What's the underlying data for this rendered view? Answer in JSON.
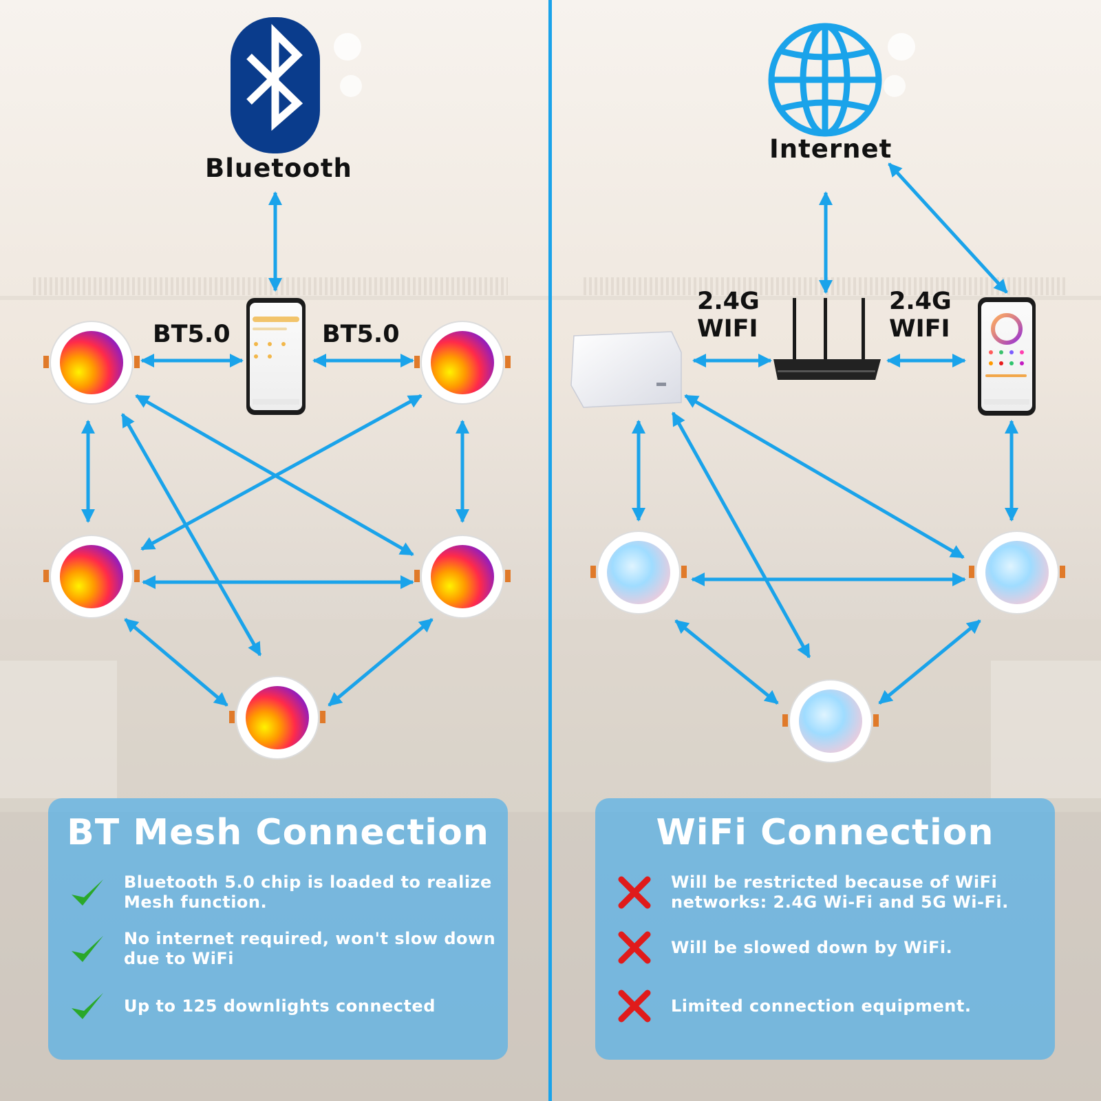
{
  "bluetooth": {
    "title": "Bluetooth",
    "link_label_left": "BT5.0",
    "link_label_right": "BT5.0"
  },
  "internet": {
    "title": "Internet",
    "wifi_left": [
      "2.4G",
      "WIFI"
    ],
    "wifi_right": [
      "2.4G",
      "WIFI"
    ]
  },
  "bt_panel": {
    "title": "BT Mesh Connection",
    "items": [
      "Bluetooth 5.0 chip is loaded to realize Mesh function.",
      "No internet required,  won't slow down due to WiFi",
      "Up to 125 downlights connected"
    ]
  },
  "wifi_panel": {
    "title": "WiFi Connection",
    "items": [
      "Will be restricted because of WiFi networks: 2.4G Wi-Fi and 5G Wi-Fi.",
      "Will be slowed down by WiFi.",
      "Limited connection equipment."
    ]
  },
  "colors": {
    "accent": "#1aa3ea",
    "bluetooth_badge": "#0a3c8c",
    "check": "#2aa82a",
    "cross": "#e01b1b"
  }
}
